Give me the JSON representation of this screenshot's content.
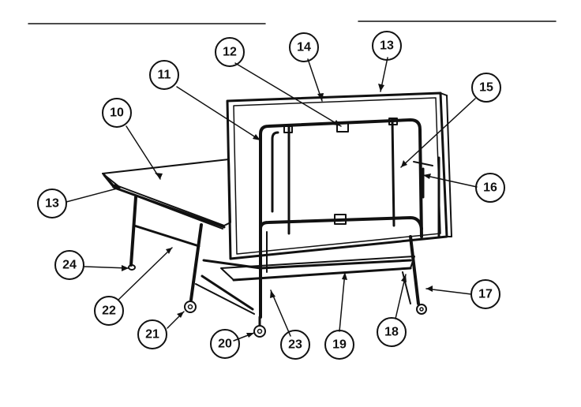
{
  "diagram": {
    "type": "exploded-parts-diagram",
    "subject": "folding table tennis table in storage position",
    "ink_color": "#111111",
    "background": "#ffffff",
    "callouts": [
      {
        "id": "c10",
        "label": "10"
      },
      {
        "id": "c11",
        "label": "11"
      },
      {
        "id": "c12",
        "label": "12"
      },
      {
        "id": "c14",
        "label": "14"
      },
      {
        "id": "c13a",
        "label": "13"
      },
      {
        "id": "c13b",
        "label": "13"
      },
      {
        "id": "c15",
        "label": "15"
      },
      {
        "id": "c16",
        "label": "16"
      },
      {
        "id": "c24",
        "label": "24"
      },
      {
        "id": "c22",
        "label": "22"
      },
      {
        "id": "c21",
        "label": "21"
      },
      {
        "id": "c20",
        "label": "20"
      },
      {
        "id": "c23",
        "label": "23"
      },
      {
        "id": "c19",
        "label": "19"
      },
      {
        "id": "c18",
        "label": "18"
      },
      {
        "id": "c17",
        "label": "17"
      }
    ]
  }
}
